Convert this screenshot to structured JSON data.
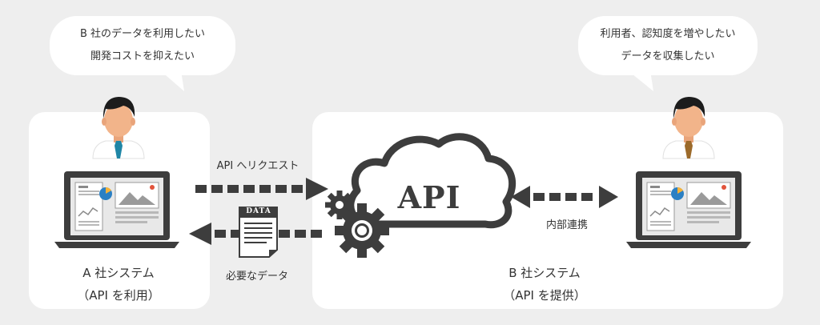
{
  "bubble_left": {
    "line1": "B 社のデータを利用したい",
    "line2": "開発コストを抑えたい"
  },
  "bubble_right": {
    "line1": "利用者、認知度を増やしたい",
    "line2": "データを収集したい"
  },
  "cloud_label": "API",
  "document_label": "DATA",
  "arrow_request_label": "API へリクエスト",
  "arrow_response_label": "必要なデータ",
  "internal_link_label": "内部連携",
  "system_a": {
    "title": "A 社システム",
    "subtitle": "（API を利用）"
  },
  "system_b": {
    "title": "B 社システム",
    "subtitle": "（API を提供）"
  },
  "colors": {
    "background": "#eeeeee",
    "panel": "#ffffff",
    "dark": "#3d3d3d",
    "skin": "#f2b48a",
    "tie_a": "#1f86a6",
    "tie_b": "#9c6a2a"
  }
}
